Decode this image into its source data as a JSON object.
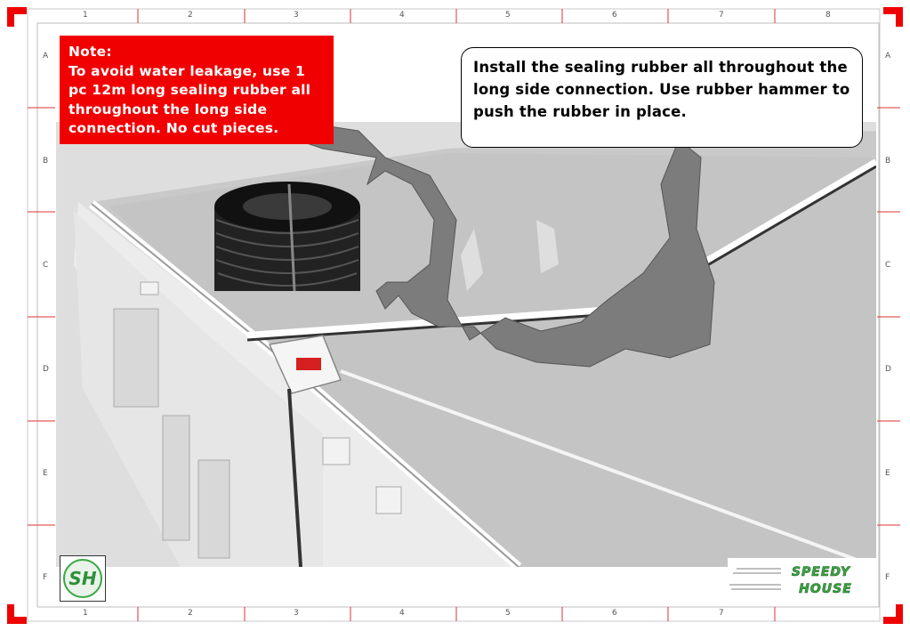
{
  "note": {
    "title": "Note:",
    "text": "To avoid water leakage, use 1 pc 12m long sealing rubber all throughout the long side connection. No cut pieces."
  },
  "instruction": {
    "text": "Install the sealing rubber all throughout the long side connection. Use rubber hammer to push the rubber in place."
  },
  "grid": {
    "columns_top": [
      "1",
      "2",
      "3",
      "4",
      "5",
      "6",
      "7",
      "8"
    ],
    "columns_bottom": [
      "1",
      "2",
      "3",
      "4",
      "5",
      "6",
      "7"
    ],
    "rows": [
      "A",
      "B",
      "C",
      "D",
      "E",
      "F"
    ]
  },
  "logos": {
    "sh_mark": "SH",
    "brand_line1": "SPEEDY",
    "brand_line2": "HOUSE"
  },
  "colors": {
    "note_bg": "#f00000",
    "corner_marks": "#f00000",
    "brand_green": "#3aa843"
  }
}
